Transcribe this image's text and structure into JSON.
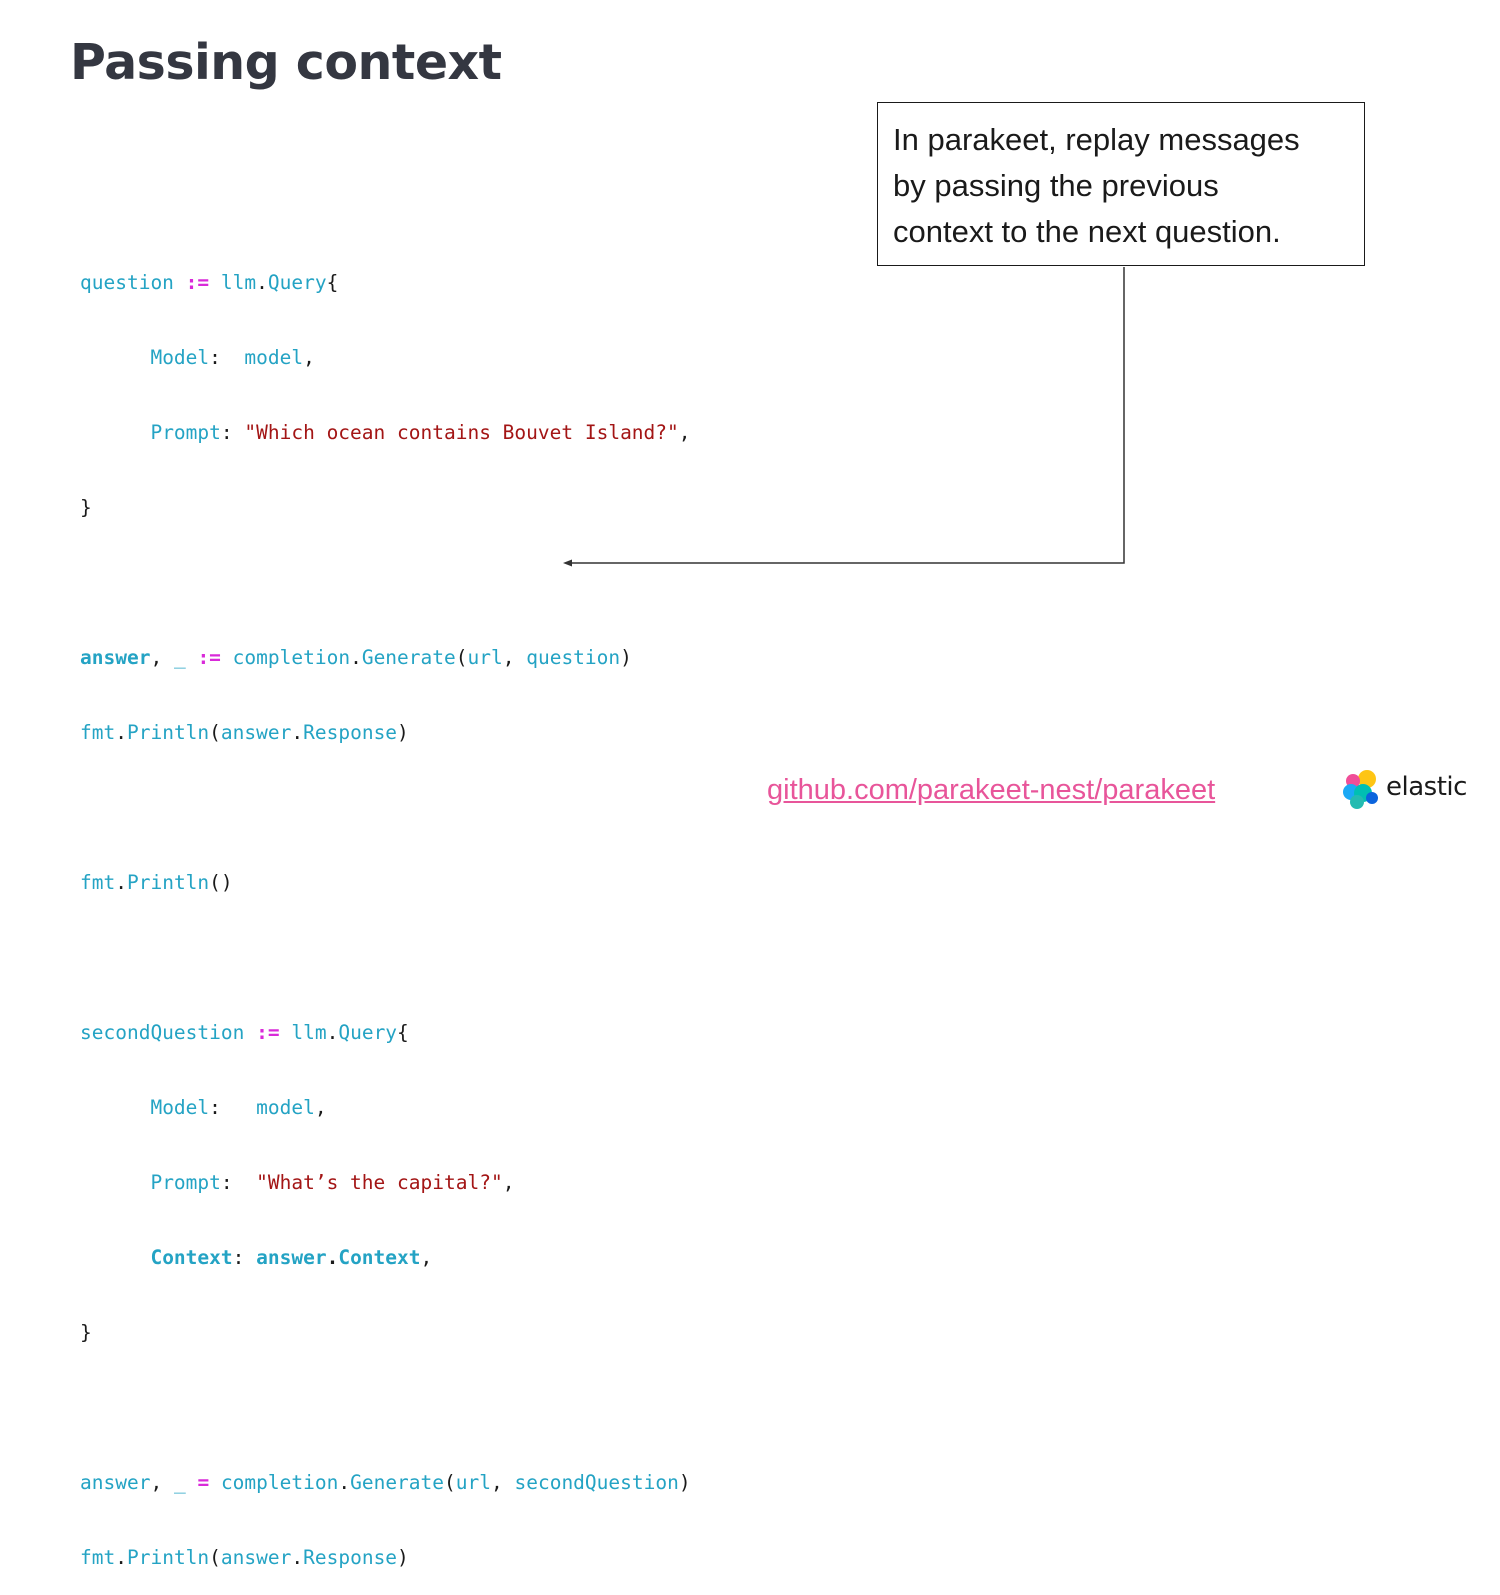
{
  "slide": {
    "title": "Passing context",
    "callout_lines": [
      "In parakeet, replay messages",
      "by passing the previous",
      "context to the next question."
    ],
    "link": "github.com/parakeet-nest/parakeet",
    "logo_text": "elastic"
  },
  "code": {
    "l1": [
      "question",
      " ",
      ":=",
      " ",
      "llm",
      ".",
      "Query",
      "{"
    ],
    "l2": [
      "      ",
      "Model",
      ":  ",
      "model",
      ","
    ],
    "l3": [
      "      ",
      "Prompt",
      ": ",
      "\"Which ocean contains Bouvet Island?\"",
      ","
    ],
    "l4": [
      "}"
    ],
    "l6": [
      "answer",
      ", ",
      "_",
      " ",
      ":=",
      " ",
      "completion",
      ".",
      "Generate",
      "(",
      "url",
      ", ",
      "question",
      ")"
    ],
    "l7": [
      "fmt",
      ".",
      "Println",
      "(",
      "answer",
      ".",
      "Response",
      ")"
    ],
    "l9": [
      "fmt",
      ".",
      "Println",
      "()"
    ],
    "l11": [
      "secondQuestion",
      " ",
      ":=",
      " ",
      "llm",
      ".",
      "Query",
      "{"
    ],
    "l12": [
      "      ",
      "Model",
      ":   ",
      "model",
      ","
    ],
    "l13": [
      "      ",
      "Prompt",
      ":  ",
      "\"What’s the capital?\"",
      ","
    ],
    "l14": [
      "      ",
      "Context",
      ": ",
      "answer",
      ".",
      "Context",
      ","
    ],
    "l15": [
      "}"
    ],
    "l17": [
      "answer",
      ", ",
      "_",
      " ",
      "=",
      " ",
      "completion",
      ".",
      "Generate",
      "(",
      "url",
      ", ",
      "secondQuestion",
      ")"
    ],
    "l18": [
      "fmt",
      ".",
      "Println",
      "(",
      "answer",
      ".",
      "Response",
      ")"
    ]
  },
  "colors": {
    "identifier": "#24a3c4",
    "operator": "#d92ad9",
    "string": "#a31515",
    "link": "#e8559a",
    "title": "#343741"
  },
  "icons": {
    "logo": "elastic-logo-icon"
  }
}
